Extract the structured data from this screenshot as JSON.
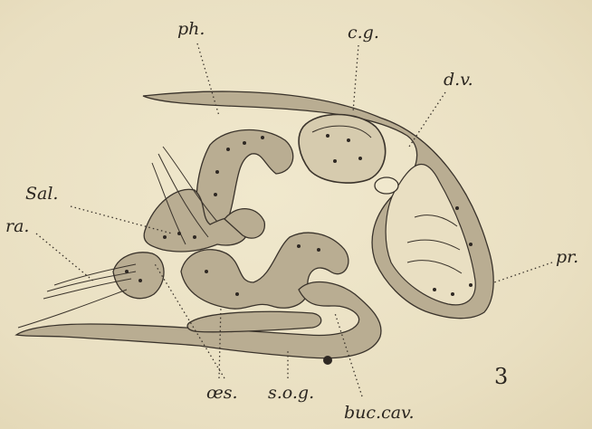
{
  "figure": {
    "number": "3",
    "labels": {
      "ph": "ph.",
      "cg": "c.g.",
      "dv": "d.v.",
      "sal": "Sal.",
      "ra": "ra.",
      "pr": "pr.",
      "oes": "œs.",
      "sog": "s.o.g.",
      "buc_cav": "buc.cav."
    }
  },
  "colors": {
    "paper": "#ece3c6",
    "ink": "#2e2823",
    "tissue": "#b9ad92"
  }
}
